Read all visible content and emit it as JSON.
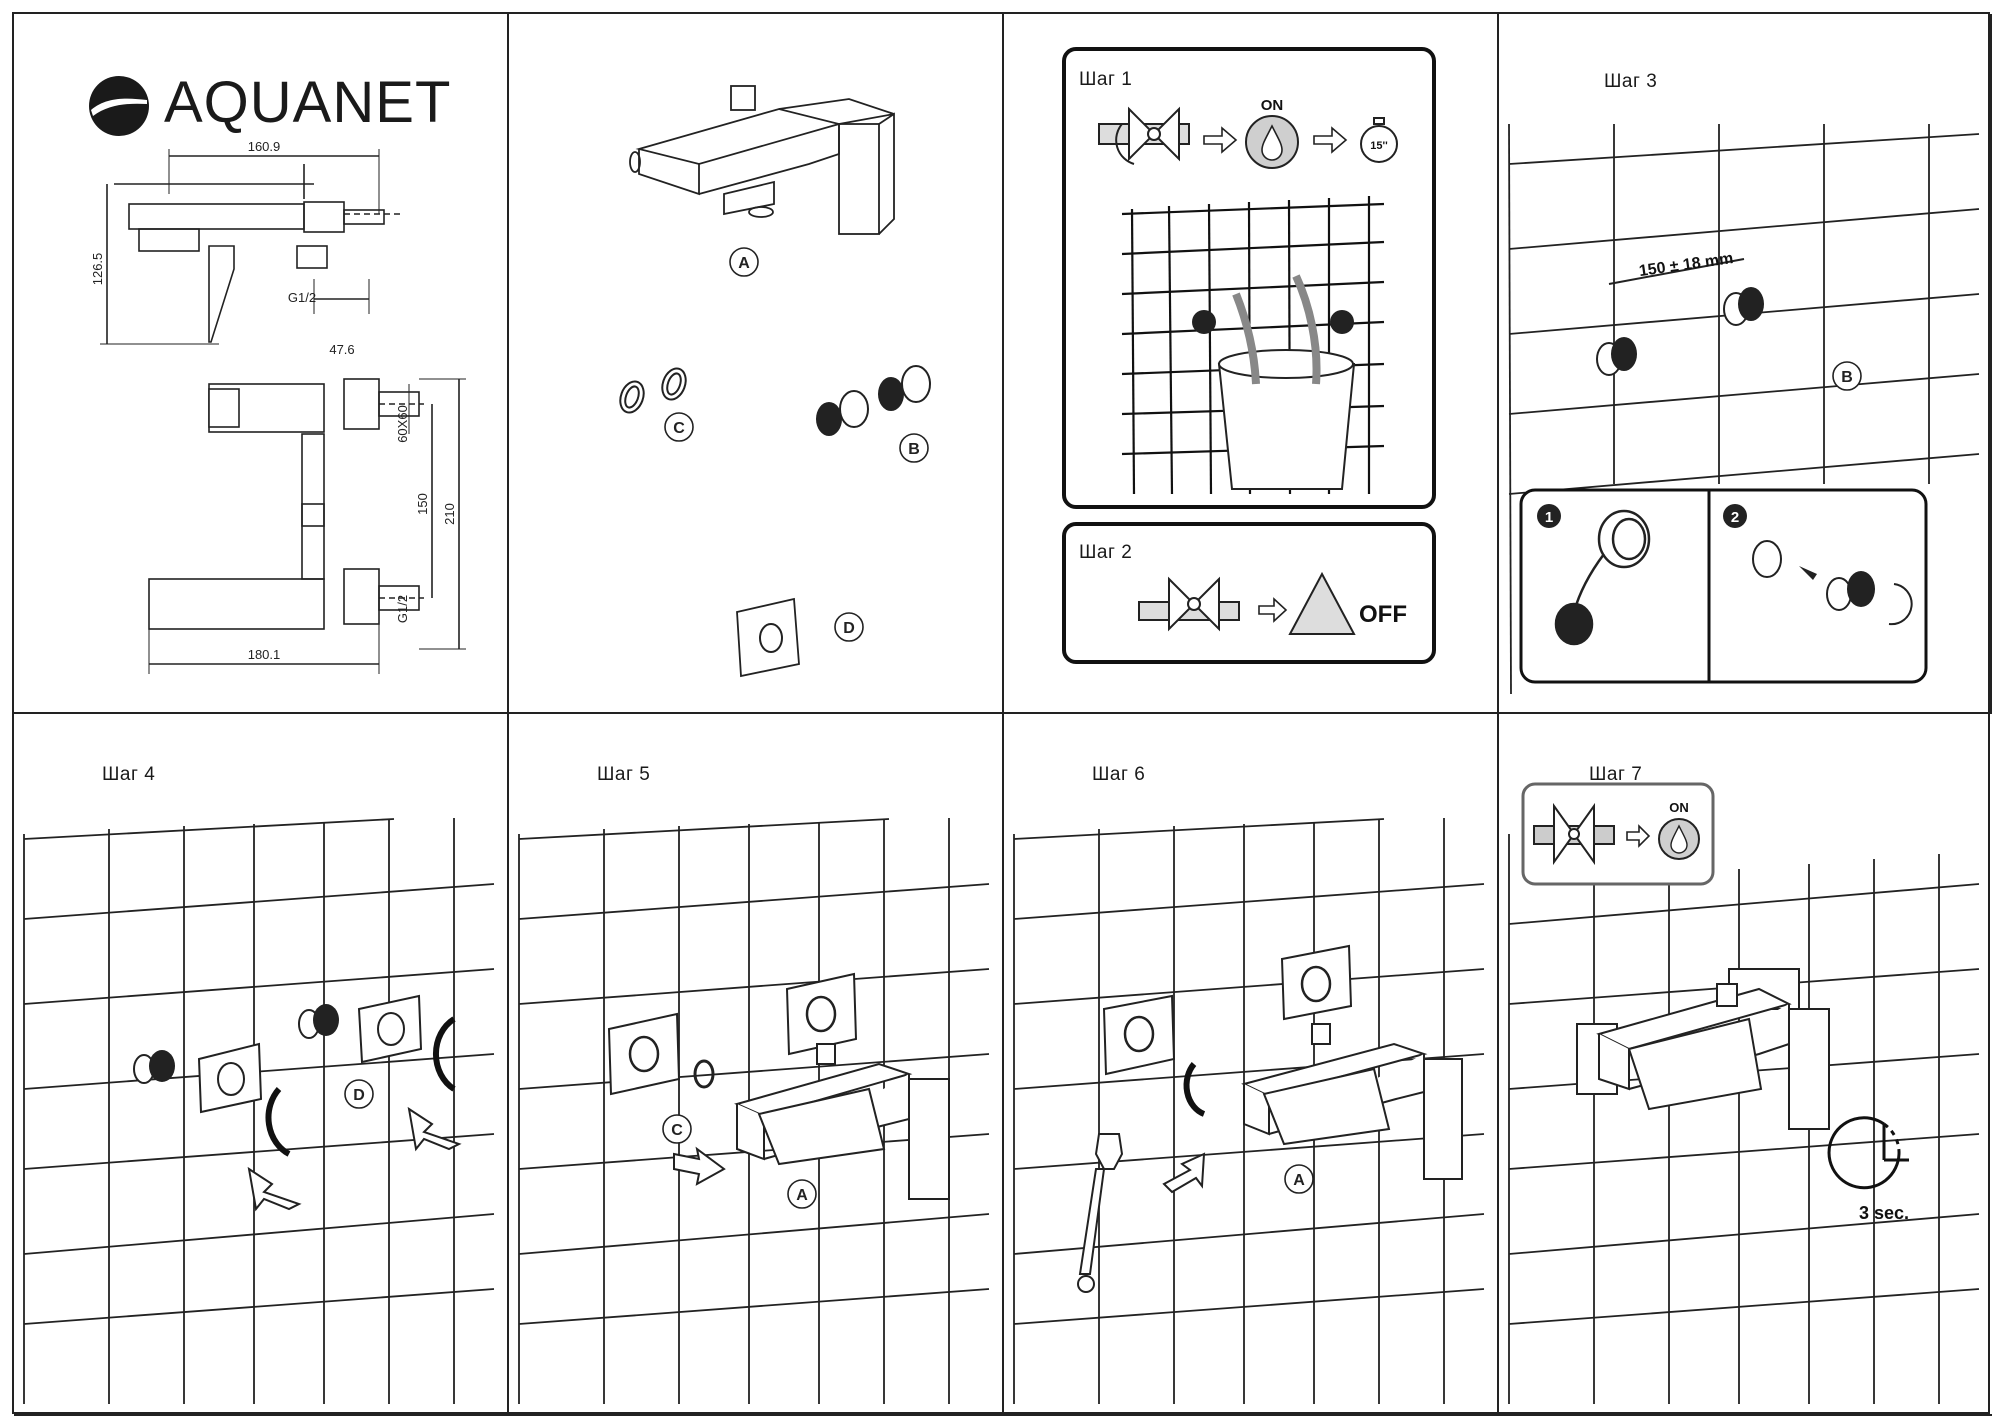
{
  "brand": {
    "name": "AQUANET"
  },
  "dimensions": {
    "width_top": "160.9",
    "height_side": "126.5",
    "thread_top": "G1/2",
    "depth": "47.6",
    "flange": "60X60",
    "center_distance": "150",
    "total_height": "210",
    "thread_bottom": "G1/2",
    "width_bottom": "180.1"
  },
  "parts": {
    "a": "A",
    "b": "B",
    "c": "C",
    "d": "D"
  },
  "steps": {
    "s1": {
      "title": "Шаг 1",
      "on": "ON",
      "timer": "15''"
    },
    "s2": {
      "title": "Шаг 2",
      "off": "OFF"
    },
    "s3": {
      "title": "Шаг 3",
      "measure": "150 ± 18 mm",
      "n1": "1",
      "n2": "2"
    },
    "s4": {
      "title": "Шаг 4"
    },
    "s5": {
      "title": "Шаг 5"
    },
    "s6": {
      "title": "Шаг 6"
    },
    "s7": {
      "title": "Шаг 7",
      "on": "ON",
      "wait": "3 sec."
    }
  }
}
